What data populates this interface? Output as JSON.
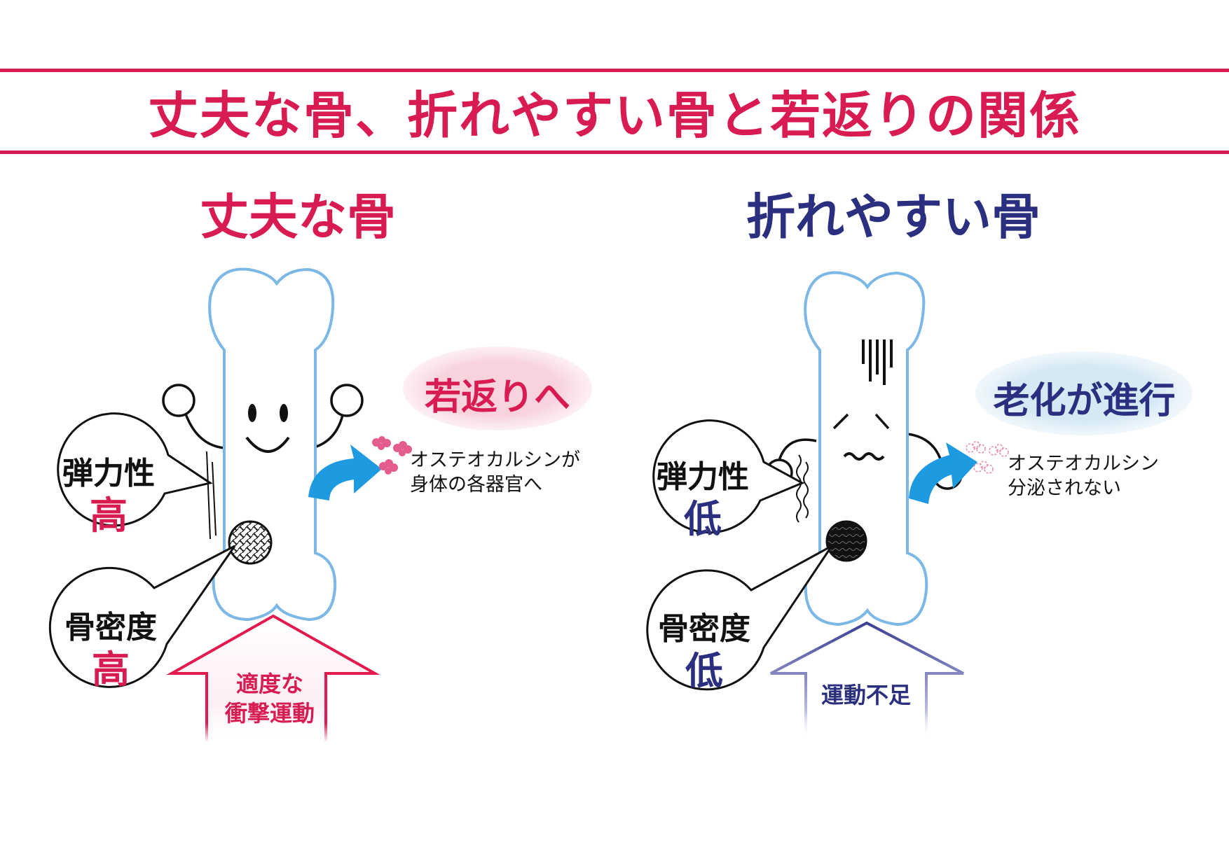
{
  "header": {
    "title": "丈夫な骨、折れやすい骨と若返りの関係"
  },
  "colors": {
    "pink": "#d81b50",
    "navy": "#2a2f7f",
    "bone_outline": "#7cb8e6",
    "arrow_blue": "#1e9be0"
  },
  "left": {
    "title": "丈夫な骨",
    "elasticity": {
      "label": "弾力性",
      "level": "高"
    },
    "density": {
      "label": "骨密度",
      "level": "高"
    },
    "arrow_text": [
      "適度な",
      "衝撃運動"
    ],
    "bubble": "若返りへ",
    "note": [
      "オステオカルシンが",
      "身体の各器官へ"
    ]
  },
  "right": {
    "title": "折れやすい骨",
    "elasticity": {
      "label": "弾力性",
      "level": "低"
    },
    "density": {
      "label": "骨密度",
      "level": "低"
    },
    "arrow_text": [
      "運動不足"
    ],
    "bubble": "老化が進行",
    "note": [
      "オステオカルシン",
      "分泌されない"
    ]
  }
}
